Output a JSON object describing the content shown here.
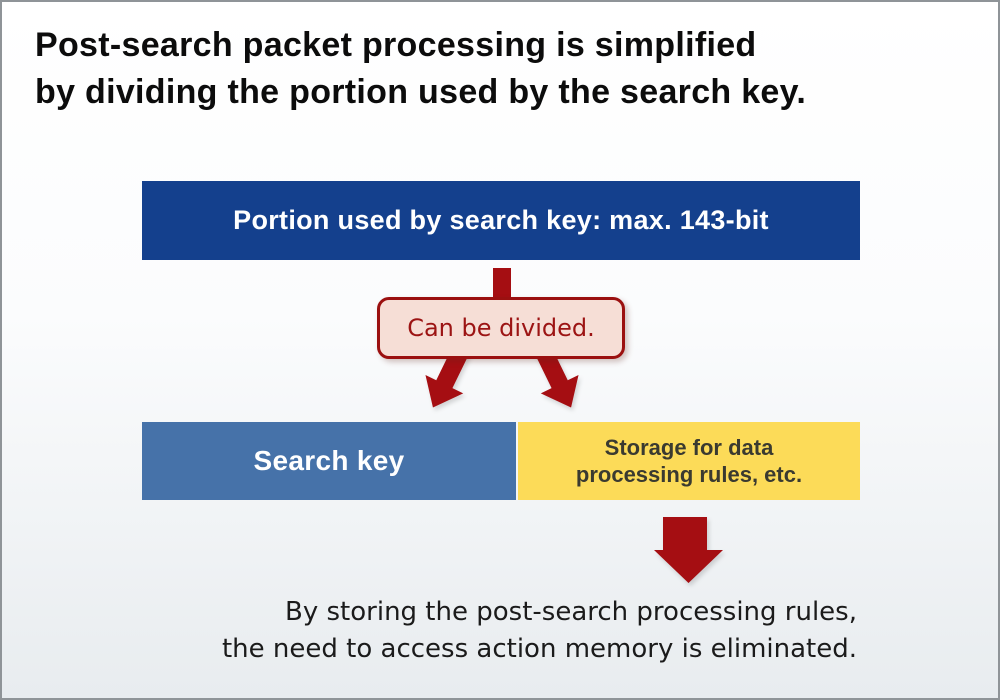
{
  "title": {
    "line1": "Post-search packet processing is simplified",
    "line2": "by dividing the portion used by the search key."
  },
  "diagram": {
    "top_bar_label": "Portion used by search key: max. 143-bit",
    "note_label": "Can be divided.",
    "search_key_label": "Search key",
    "storage_label_line1": "Storage for data",
    "storage_label_line2": "processing rules, etc.",
    "arrow_color": "#a50e12"
  },
  "footer": {
    "line1": "By storing the post-search processing rules,",
    "line2": "the need to access action memory is eliminated."
  },
  "colors": {
    "top_bar_bg": "#14408d",
    "search_key_bg": "#4672a9",
    "storage_bg": "#fcdb58",
    "note_bg": "#f6ded6",
    "note_border": "#9b1010",
    "note_text": "#9c1414",
    "arrow_red": "#a50e12",
    "background_bottom": "#e8ecef",
    "frame_border": "#8f9498"
  }
}
